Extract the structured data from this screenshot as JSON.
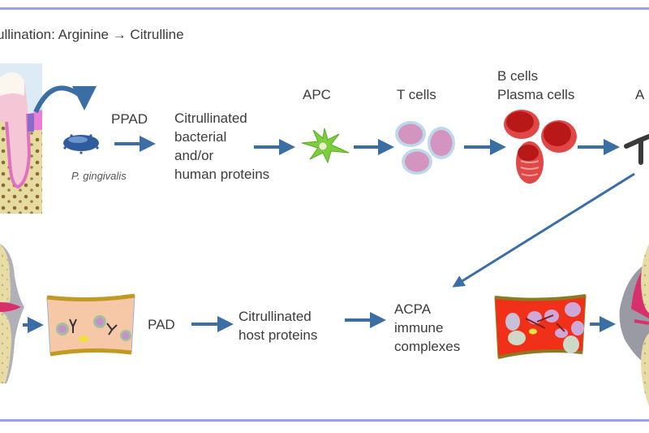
{
  "figure": {
    "title": "ullination: Arginine → Citrulline",
    "top_row": {
      "bacterium_label": "P. gingivalis",
      "enzyme_label": "PPAD",
      "proteins_label": [
        "Citrullinated",
        "bacterial",
        "and/or",
        "human proteins"
      ],
      "apc_label": "APC",
      "tcells_label": "T cells",
      "bcells_label": [
        "B cells",
        "Plasma cells"
      ],
      "antibody_label": "A"
    },
    "bottom_row": {
      "enzyme_label": "PAD",
      "host_proteins_label": [
        "Citrullinated",
        "host proteins"
      ],
      "complexes_label": [
        "ACPA",
        "immune",
        "complexes"
      ]
    },
    "colors": {
      "arrow": "#3a6ea5",
      "frame": "#9c9cf0",
      "apc": "#7ccf3a",
      "tcell": "#d79bc8",
      "bcell": "#cc2222",
      "synovium_healthy": "#f7c8a8",
      "synovium_inflamed": "#f03018",
      "bone": "#e8dca0"
    },
    "icons": [
      "tooth-icon",
      "bacterium-icon",
      "apc-cell-icon",
      "t-cell-icon",
      "b-cell-icon",
      "antibody-icon",
      "joint-icon",
      "synovium-icon"
    ]
  }
}
